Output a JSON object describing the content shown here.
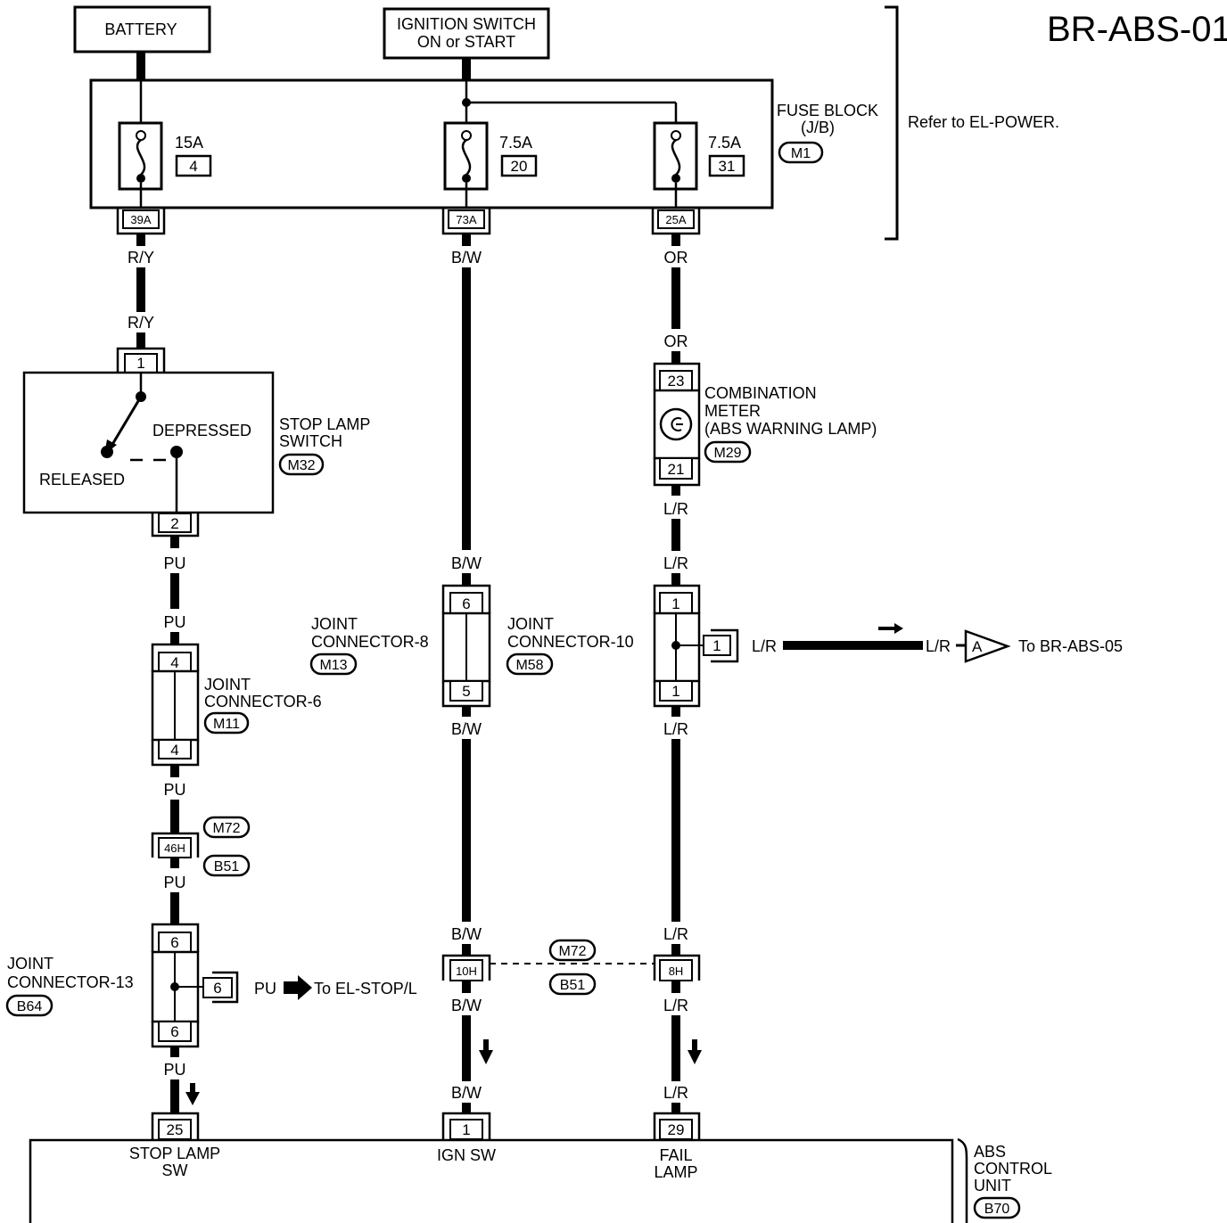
{
  "title": "BR-ABS-01",
  "power": {
    "battery": "BATTERY",
    "ignition_line1": "IGNITION SWITCH",
    "ignition_line2": "ON or START",
    "refer": "Refer to EL-POWER."
  },
  "fuse_block": {
    "label_line1": "FUSE BLOCK",
    "label_line2": "(J/B)",
    "connector": "M1",
    "fuses": [
      {
        "rating": "15A",
        "number": "4",
        "terminal": "39A"
      },
      {
        "rating": "7.5A",
        "number": "20",
        "terminal": "73A"
      },
      {
        "rating": "7.5A",
        "number": "31",
        "terminal": "25A"
      }
    ]
  },
  "wires": {
    "ry": "R/Y",
    "pu": "PU",
    "bw": "B/W",
    "or": "OR",
    "lr": "L/R"
  },
  "stop_lamp_switch": {
    "label_line1": "STOP LAMP",
    "label_line2": "SWITCH",
    "connector": "M32",
    "pin_top": "1",
    "pin_bottom": "2",
    "depressed": "DEPRESSED",
    "released": "RELEASED"
  },
  "combination_meter": {
    "label_line1": "COMBINATION",
    "label_line2": "METER",
    "label_line3": "(ABS WARNING LAMP)",
    "connector": "M29",
    "pin_top": "23",
    "pin_bottom": "21"
  },
  "joint_connector_6": {
    "label_line1": "JOINT",
    "label_line2": "CONNECTOR-6",
    "connector": "M11",
    "pin_top": "4",
    "pin_bottom": "4"
  },
  "joint_connector_8": {
    "label_line1": "JOINT",
    "label_line2": "CONNECTOR-8",
    "connector": "M13",
    "pin_top": "6",
    "pin_bottom": "5"
  },
  "joint_connector_10": {
    "label_line1": "JOINT",
    "label_line2": "CONNECTOR-10",
    "connector": "M58",
    "pin_top": "1",
    "pin_bottom": "1",
    "pin_side": "1",
    "to_text": "To BR-ABS-05",
    "off_page": "A"
  },
  "joint_connector_13": {
    "label_line1": "JOINT",
    "label_line2": "CONNECTOR-13",
    "connector": "B64",
    "pin_top": "6",
    "pin_bottom": "6",
    "pin_side": "6",
    "to_text": "To EL-STOP/L"
  },
  "harness_connectors": {
    "m72": "M72",
    "b51": "B51",
    "pins": [
      "46H",
      "10H",
      "8H"
    ]
  },
  "abs_control_unit": {
    "label_line1": "ABS",
    "label_line2": "CONTROL",
    "label_line3": "UNIT",
    "connector": "B70",
    "terminals": [
      {
        "pin": "25",
        "name_line1": "STOP LAMP",
        "name_line2": "SW"
      },
      {
        "pin": "1",
        "name_line1": "IGN SW",
        "name_line2": ""
      },
      {
        "pin": "29",
        "name_line1": "FAIL",
        "name_line2": "LAMP"
      }
    ]
  }
}
